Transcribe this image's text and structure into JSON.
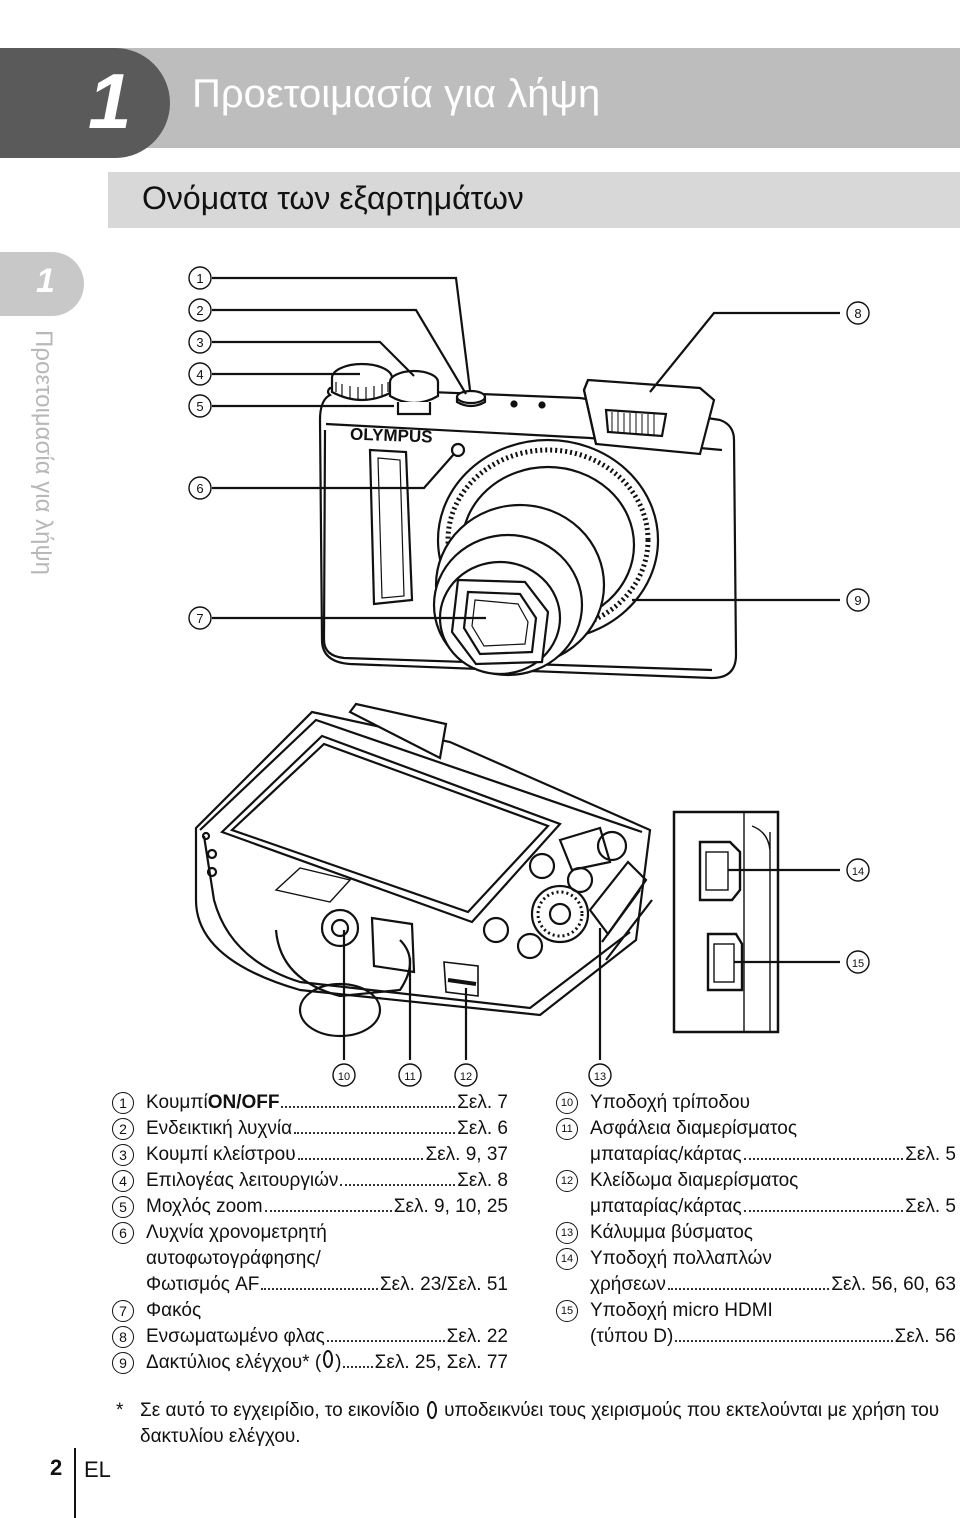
{
  "header": {
    "chapter_number": "1",
    "chapter_title": "Προετοιμασία για λήψη",
    "section_title": "Ονόματα των εξαρτημάτων"
  },
  "side_tab": {
    "number": "1",
    "text": "Προετοιμασία για λήψη"
  },
  "callouts": [
    "1",
    "2",
    "3",
    "4",
    "5",
    "6",
    "7",
    "8",
    "9",
    "10",
    "11",
    "12",
    "13",
    "14",
    "15"
  ],
  "legend_left": [
    {
      "num": "1",
      "prefix": "Κουμπί ",
      "bold": "ON/OFF",
      "page": "Σελ. 7"
    },
    {
      "num": "2",
      "label": "Ενδεικτική λυχνία",
      "page": "Σελ. 6"
    },
    {
      "num": "3",
      "label": "Κουμπί κλείστρου",
      "page": "Σελ. 9, 37"
    },
    {
      "num": "4",
      "label": "Επιλογέας λειτουργιών",
      "page": "Σελ. 8"
    },
    {
      "num": "5",
      "label": "Μοχλός zoom",
      "page": "Σελ. 9, 10, 25"
    },
    {
      "num": "6",
      "label": "Λυχνία χρονομετρητή",
      "line2": "αυτοφωτογράφησης/",
      "line3": "Φωτισμός AF",
      "page": "Σελ. 23/Σελ. 51"
    },
    {
      "num": "7",
      "label": "Φακός"
    },
    {
      "num": "8",
      "label": "Ενσωματωμένο φλας",
      "page": "Σελ. 22"
    },
    {
      "num": "9",
      "label": "Δακτύλιος ελέγχου* (",
      "label_end": ")",
      "page": "Σελ. 25, Σελ. 77"
    }
  ],
  "legend_right": [
    {
      "num": "10",
      "label": "Υποδοχή τρίποδου"
    },
    {
      "num": "11",
      "label": "Ασφάλεια διαμερίσματος",
      "line2": "μπαταρίας/κάρτας",
      "page": "Σελ. 5"
    },
    {
      "num": "12",
      "label": "Κλείδωμα διαμερίσματος",
      "line2": "μπαταρίας/κάρτας",
      "page": "Σελ. 5"
    },
    {
      "num": "13",
      "label": "Κάλυμμα βύσματος"
    },
    {
      "num": "14",
      "label": "Υποδοχή πολλαπλών",
      "line2": "χρήσεων",
      "page": "Σελ. 56, 60, 63"
    },
    {
      "num": "15",
      "label": "Υποδοχή micro HDMI",
      "line2": "(τύπου D)",
      "page": "Σελ. 56"
    }
  ],
  "footnote": {
    "star": "*",
    "before": "Σε αυτό το εγχειρίδιο, το εικονίδιο",
    "after": "υποδεικνύει τους χειρισμούς που εκτελούνται με χρήση του δακτυλίου ελέγχου."
  },
  "brand_logo": "OLYMPUS",
  "footer": {
    "page_number": "2",
    "language": "EL"
  }
}
